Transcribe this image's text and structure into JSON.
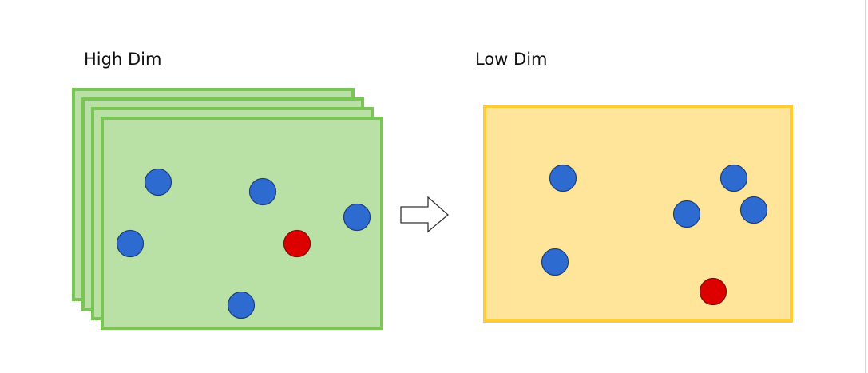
{
  "diagram": {
    "high_dim": {
      "label": "High Dim",
      "fill_color": "#b9e0a5",
      "border_color": "#7ac555",
      "stack_layers": 4,
      "points": [
        {
          "color": "blue"
        },
        {
          "color": "blue"
        },
        {
          "color": "blue"
        },
        {
          "color": "blue"
        },
        {
          "color": "red"
        },
        {
          "color": "blue"
        }
      ]
    },
    "low_dim": {
      "label": "Low Dim",
      "fill_color": "#ffe599",
      "border_color": "#ffcc33",
      "points": [
        {
          "color": "blue"
        },
        {
          "color": "blue"
        },
        {
          "color": "blue"
        },
        {
          "color": "blue"
        },
        {
          "color": "blue"
        },
        {
          "color": "red"
        }
      ]
    },
    "arrow_icon": "right-hollow-arrow-icon",
    "colors": {
      "blue": "#2d6bd1",
      "red": "#dd0000",
      "point_outline": "#1d3f7a"
    }
  }
}
